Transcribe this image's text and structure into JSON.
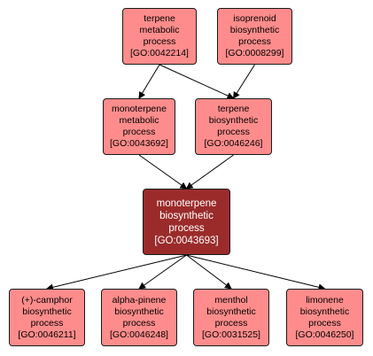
{
  "colors": {
    "node_fill": "#ff8c8c",
    "focus_fill": "#9b2b2b",
    "focus_text": "#ffffff",
    "border": "#1a1a1a",
    "edge": "#000000"
  },
  "nodes": {
    "n0042214": {
      "lines": [
        "terpene",
        "metabolic",
        "process",
        "[GO:0042214]"
      ]
    },
    "n0008299": {
      "lines": [
        "isoprenoid",
        "biosynthetic",
        "process",
        "[GO:0008299]"
      ]
    },
    "n0043692": {
      "lines": [
        "monoterpene",
        "metabolic",
        "process",
        "[GO:0043692]"
      ]
    },
    "n0046246": {
      "lines": [
        "terpene",
        "biosynthetic",
        "process",
        "[GO:0046246]"
      ]
    },
    "n0043693": {
      "lines": [
        "monoterpene",
        "biosynthetic",
        "process",
        "[GO:0043693]"
      ]
    },
    "n0046211": {
      "lines": [
        "(+)-camphor",
        "biosynthetic",
        "process",
        "[GO:0046211]"
      ]
    },
    "n0046248": {
      "lines": [
        "alpha-pinene",
        "biosynthetic",
        "process",
        "[GO:0046248]"
      ]
    },
    "n0031525": {
      "lines": [
        "menthol",
        "biosynthetic",
        "process",
        "[GO:0031525]"
      ]
    },
    "n0046250": {
      "lines": [
        "limonene",
        "biosynthetic",
        "process",
        "[GO:0046250]"
      ]
    }
  },
  "edges": [
    {
      "from": "n0042214",
      "to": "n0043692"
    },
    {
      "from": "n0042214",
      "to": "n0046246"
    },
    {
      "from": "n0008299",
      "to": "n0046246"
    },
    {
      "from": "n0043692",
      "to": "n0043693"
    },
    {
      "from": "n0046246",
      "to": "n0043693"
    },
    {
      "from": "n0043693",
      "to": "n0046211"
    },
    {
      "from": "n0043693",
      "to": "n0046248"
    },
    {
      "from": "n0043693",
      "to": "n0031525"
    },
    {
      "from": "n0043693",
      "to": "n0046250"
    }
  ]
}
